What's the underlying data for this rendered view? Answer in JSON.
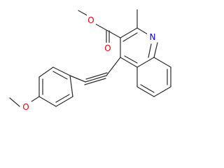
{
  "molecule": {
    "atoms": {
      "ester_carbonyl_oxygen": {
        "label": "O",
        "color": "#e8000e"
      },
      "ester_ether_oxygen": {
        "label": "O",
        "color": "#e8000e"
      },
      "ring_nitrogen": {
        "label": "N",
        "color": "#0000ff"
      },
      "methoxy_oxygen": {
        "label": "O",
        "color": "#e8000e"
      }
    },
    "bond_color": "#303030"
  }
}
